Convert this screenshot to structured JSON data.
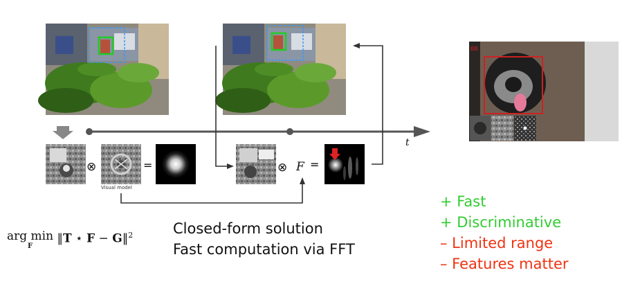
{
  "labels": {
    "visual_model": "Visual model",
    "time_axis": "t",
    "operator_conv": "⊗",
    "operator_eq": "=",
    "filter_symbol": "F",
    "watermark": "BB"
  },
  "formula": {
    "argmin": "arg min",
    "variable": "F",
    "expression_open": "‖",
    "T": "T",
    "star": " ⋆ ",
    "F": "F",
    "minus": " − ",
    "G": "G",
    "expression_close": "‖",
    "power": "2"
  },
  "description": {
    "line1": "Closed-form solution",
    "line2": "Fast computation via FFT"
  },
  "pros_cons": [
    {
      "text": "+ Fast",
      "color": "#33cc33"
    },
    {
      "text": "+ Discriminative",
      "color": "#33cc33"
    },
    {
      "text": "– Limited range",
      "color": "#ee3311"
    },
    {
      "text": "– Features matter",
      "color": "#ee3311"
    }
  ],
  "colors": {
    "arrow": "#555555",
    "tracker_box": "#22cc22",
    "search_box": "#3399ff",
    "result_box": "#cc2222",
    "peak_marker": "#dd2222"
  }
}
